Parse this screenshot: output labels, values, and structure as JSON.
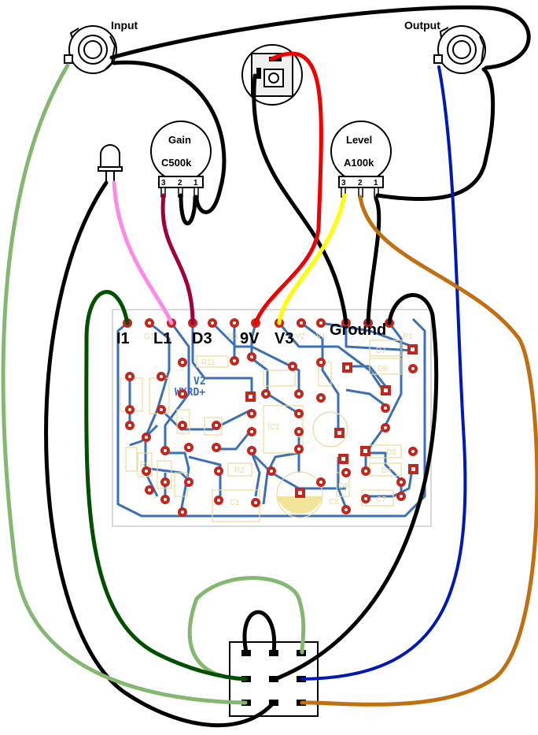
{
  "jacks": {
    "input_label": "Input",
    "output_label": "Output"
  },
  "pots": [
    {
      "name": "Gain",
      "value": "C500k",
      "pins": [
        "3",
        "2",
        "1"
      ]
    },
    {
      "name": "Level",
      "value": "A100k",
      "pins": [
        "3",
        "2",
        "1"
      ]
    }
  ],
  "board": {
    "pad_labels": [
      "I1",
      "L1",
      "D3",
      "9V",
      "V3",
      "Ground"
    ],
    "silk_labels": [
      "G1",
      "D1",
      "V2",
      "V1",
      "D7",
      "D6",
      "R11",
      "R2",
      "R5",
      "IC1",
      "C1",
      "C7",
      "C8",
      "D8",
      "D5",
      "D4",
      "R1"
    ],
    "logo_text": "WXRD+",
    "version_text": "V2"
  },
  "wire_colors": {
    "black": "#000000",
    "red": "#f00000",
    "yellow": "#ffff00",
    "pink": "#ff88e8",
    "maroon": "#a0003c",
    "light_green": "#84b870",
    "dark_green": "#005000",
    "blue": "#0018b8",
    "orange": "#c07010",
    "trace": "#3b6fb6",
    "pad": "#c0281e"
  }
}
